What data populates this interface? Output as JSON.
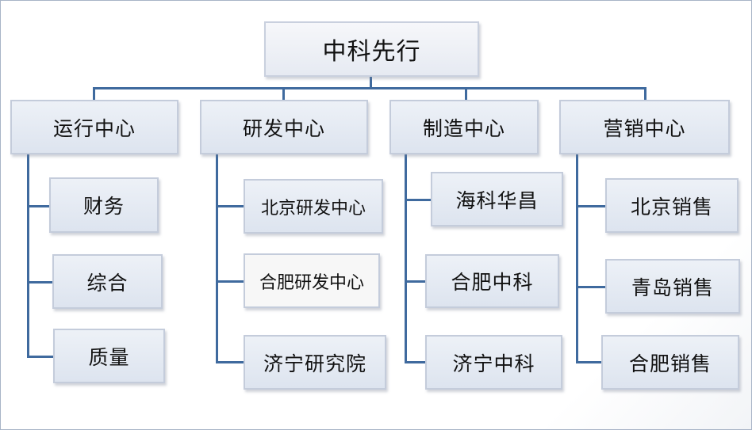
{
  "root": {
    "label": "中科先行"
  },
  "centers": [
    {
      "label": "运行中心",
      "children": [
        {
          "label": "财务"
        },
        {
          "label": "综合"
        },
        {
          "label": "质量"
        }
      ]
    },
    {
      "label": "研发中心",
      "children": [
        {
          "label": "北京研发中心"
        },
        {
          "label": "合肥研发中心"
        },
        {
          "label": "济宁研究院"
        }
      ]
    },
    {
      "label": "制造中心",
      "children": [
        {
          "label": "海科华昌"
        },
        {
          "label": "合肥中科"
        },
        {
          "label": "济宁中科"
        }
      ]
    },
    {
      "label": "营销中心",
      "children": [
        {
          "label": "北京销售"
        },
        {
          "label": "青岛销售"
        },
        {
          "label": "合肥销售"
        }
      ]
    }
  ],
  "colors": {
    "connector": "#3f6a9e",
    "box_border": "#c4ccdb",
    "box_fill": "#e4e9f2"
  }
}
